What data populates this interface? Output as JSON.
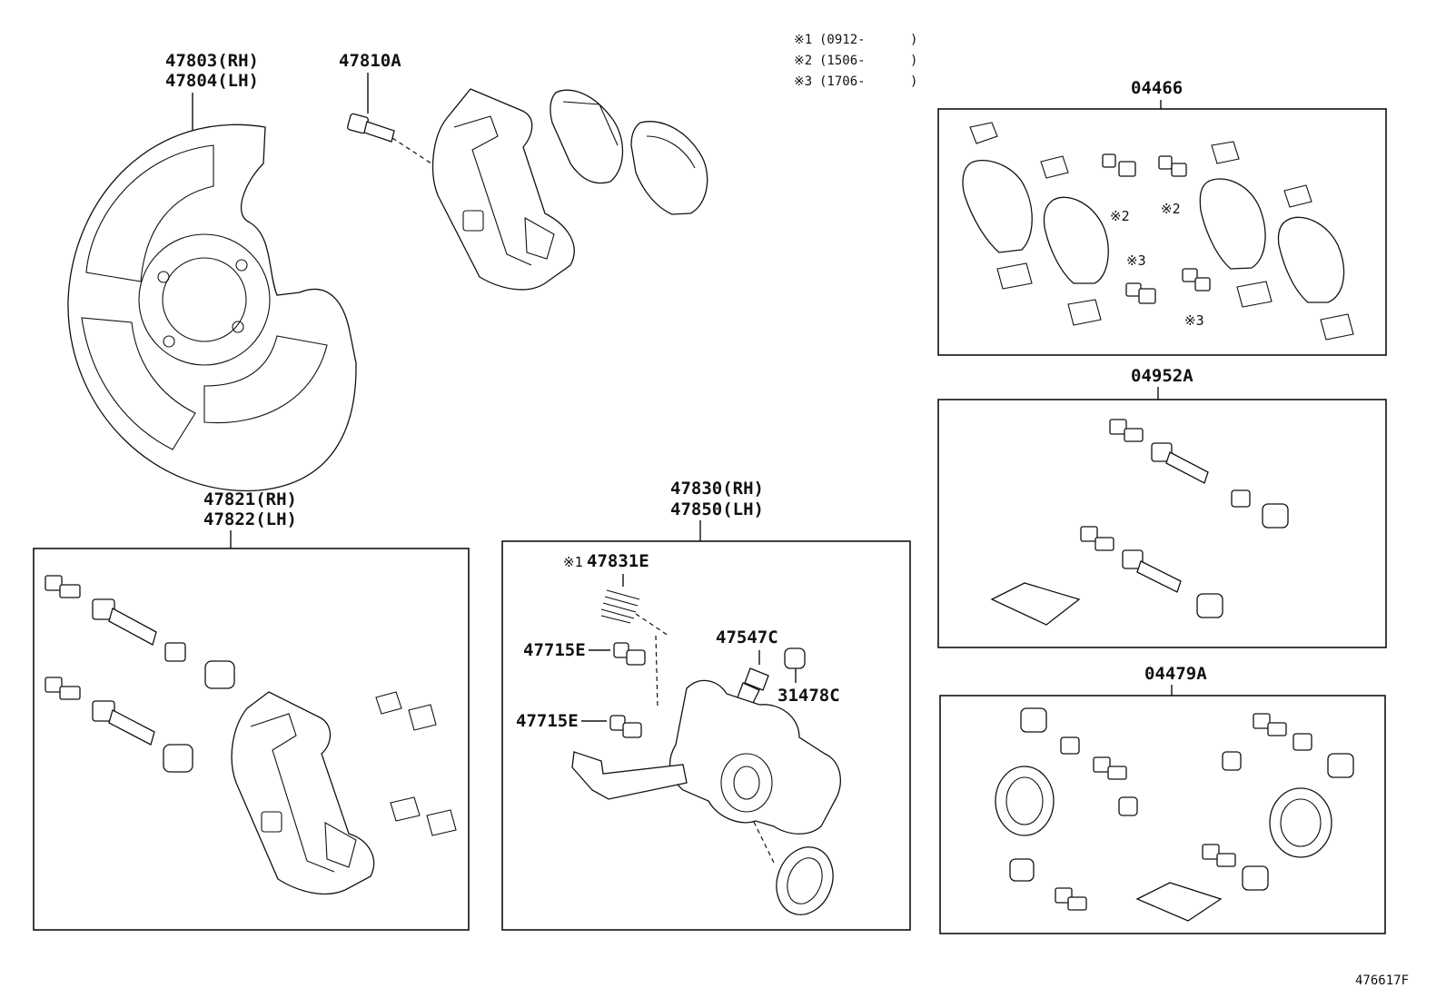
{
  "notes": [
    {
      "mark": "※1",
      "text": "(0912-",
      "close": ")"
    },
    {
      "mark": "※2",
      "text": "(1506-",
      "close": ")"
    },
    {
      "mark": "※3",
      "text": "(1706-",
      "close": ")"
    }
  ],
  "callouts": {
    "dust_cover": {
      "line1": "47803(RH)",
      "line2": "47804(LH)"
    },
    "bolt": "47810A",
    "kit_04466": "04466",
    "kit_04952a": "04952A",
    "kit_04479a": "04479A",
    "mounting": {
      "line1": "47821(RH)",
      "line2": "47822(LH)"
    },
    "cylinder": {
      "line1": "47830(RH)",
      "line2": "47850(LH)"
    },
    "spring": {
      "mark": "※1",
      "number": "47831E"
    },
    "bleeder_upper": "47715E",
    "bleeder_lower": "47715E",
    "plug": "47547C",
    "cap": "31478C"
  },
  "kit_marks": {
    "bolt_left": "※2",
    "bolt_right": "※2",
    "bolt_lower_left": "※3",
    "bolt_lower_right": "※3"
  },
  "figure_id": "476617F"
}
